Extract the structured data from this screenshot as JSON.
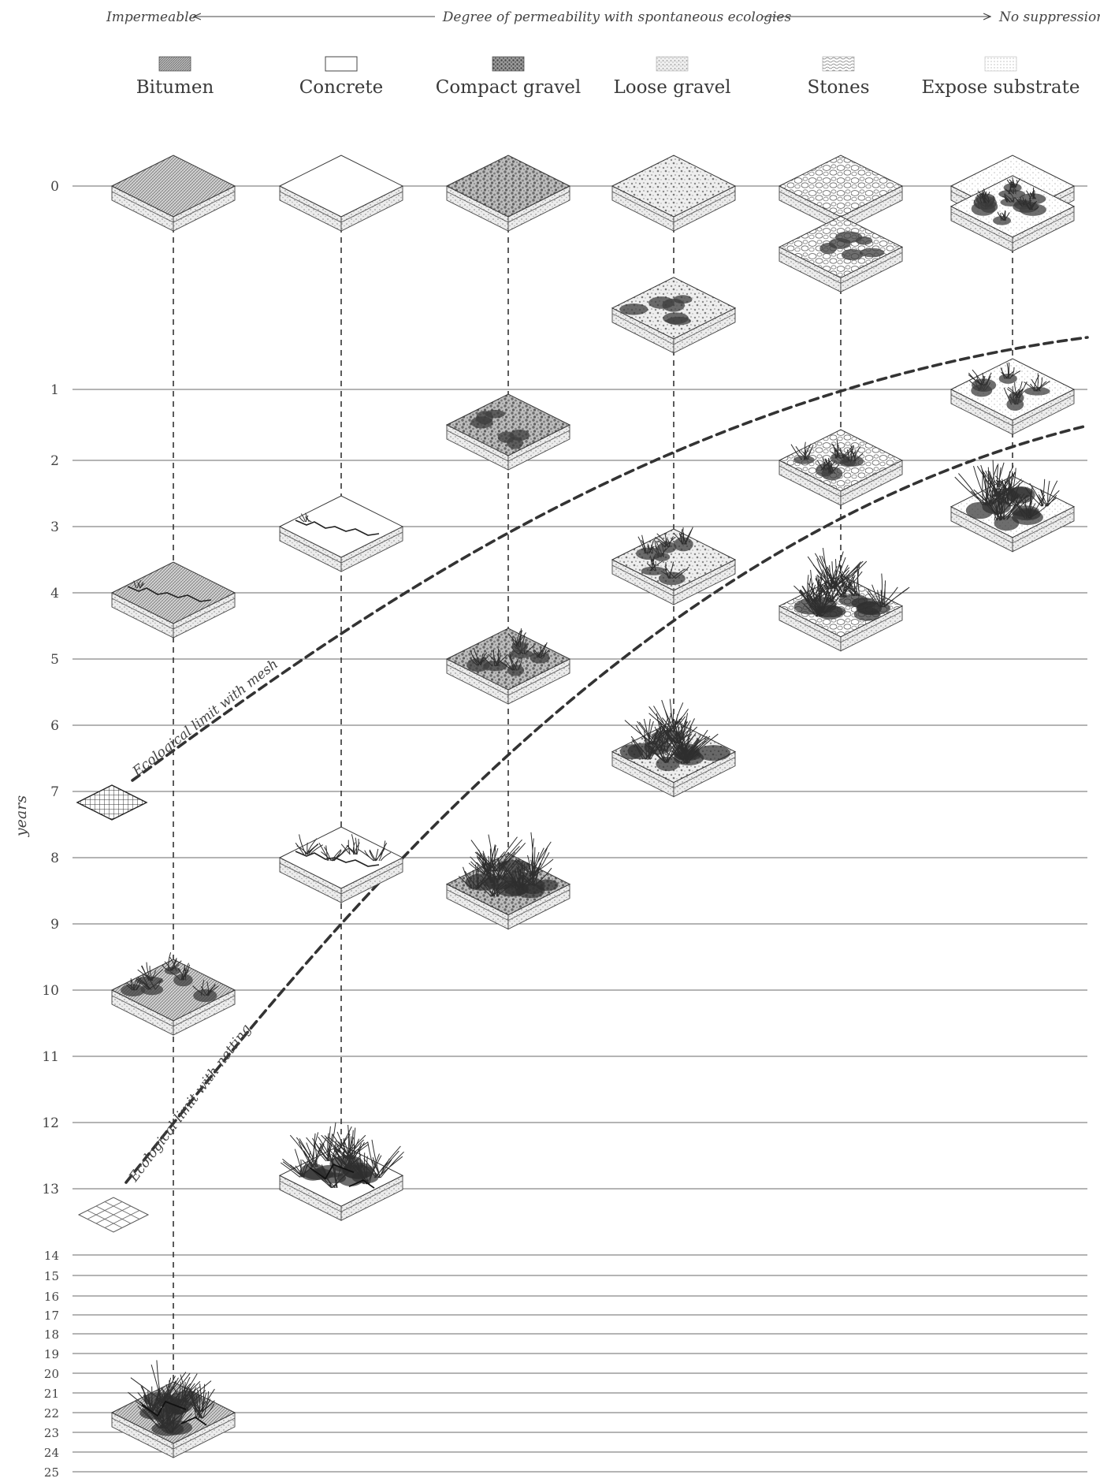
{
  "header": {
    "left": "Impermeable",
    "center": "Degree of permeability with spontaneous ecologies",
    "right": "No suppression"
  },
  "columns": [
    {
      "id": "bitumen",
      "label": "Bitumen",
      "pattern": "dense-hatch"
    },
    {
      "id": "concrete",
      "label": "Concrete",
      "pattern": "blank"
    },
    {
      "id": "compact-gravel",
      "label": "Compact gravel",
      "pattern": "dark-grain"
    },
    {
      "id": "loose-gravel",
      "label": "Loose gravel",
      "pattern": "light-grain"
    },
    {
      "id": "stones",
      "label": "Stones",
      "pattern": "wavy-lines"
    },
    {
      "id": "expose-substrate",
      "label": "Expose substrate",
      "pattern": "faint-dots"
    }
  ],
  "y_axis": {
    "label": "years",
    "ticks": [
      "0",
      "1",
      "2",
      "3",
      "4",
      "5",
      "6",
      "7",
      "8",
      "9",
      "10",
      "11",
      "12",
      "13",
      "14",
      "15",
      "16",
      "17",
      "18",
      "19",
      "20",
      "21",
      "22",
      "23",
      "24",
      "25"
    ]
  },
  "tiles": [
    {
      "col": 0,
      "year": 0,
      "stage": "bare"
    },
    {
      "col": 0,
      "year": 4,
      "stage": "crack"
    },
    {
      "col": 0,
      "year": 10,
      "stage": "grass-patches"
    },
    {
      "col": 0,
      "year": 22,
      "stage": "broken-overgrown"
    },
    {
      "col": 1,
      "year": 0,
      "stage": "bare"
    },
    {
      "col": 1,
      "year": 3,
      "stage": "crack"
    },
    {
      "col": 1,
      "year": 8,
      "stage": "crack-grass"
    },
    {
      "col": 1,
      "year": 12.8,
      "stage": "broken-overgrown"
    },
    {
      "col": 2,
      "year": 0,
      "stage": "bare"
    },
    {
      "col": 2,
      "year": 1.5,
      "stage": "moss"
    },
    {
      "col": 2,
      "year": 5,
      "stage": "grass-patches"
    },
    {
      "col": 2,
      "year": 8.4,
      "stage": "dense-grass"
    },
    {
      "col": 3,
      "year": 0,
      "stage": "bare"
    },
    {
      "col": 3,
      "year": 0.6,
      "stage": "moss"
    },
    {
      "col": 3,
      "year": 3.5,
      "stage": "grass-patches"
    },
    {
      "col": 3,
      "year": 6.4,
      "stage": "dense-grass"
    },
    {
      "col": 4,
      "year": 0,
      "stage": "bare"
    },
    {
      "col": 4,
      "year": 0.3,
      "stage": "moss"
    },
    {
      "col": 4,
      "year": 2,
      "stage": "grass-patches"
    },
    {
      "col": 4,
      "year": 4.2,
      "stage": "dense-grass"
    },
    {
      "col": 5,
      "year": 0,
      "stage": "bare"
    },
    {
      "col": 5,
      "year": 0.1,
      "stage": "tufts"
    },
    {
      "col": 5,
      "year": 1,
      "stage": "grass-patches"
    },
    {
      "col": 5,
      "year": 2.7,
      "stage": "dense-grass"
    }
  ],
  "limits": [
    {
      "label": "Ecological limit with mesh",
      "icon": "mesh",
      "anchor_year": 7.2
    },
    {
      "label": "Ecological limit with netting",
      "icon": "netting",
      "anchor_year": 13.3
    }
  ],
  "colors": {
    "ink": "#3a3a3a",
    "rule": "#555555",
    "fill": "#d4d4d4"
  }
}
